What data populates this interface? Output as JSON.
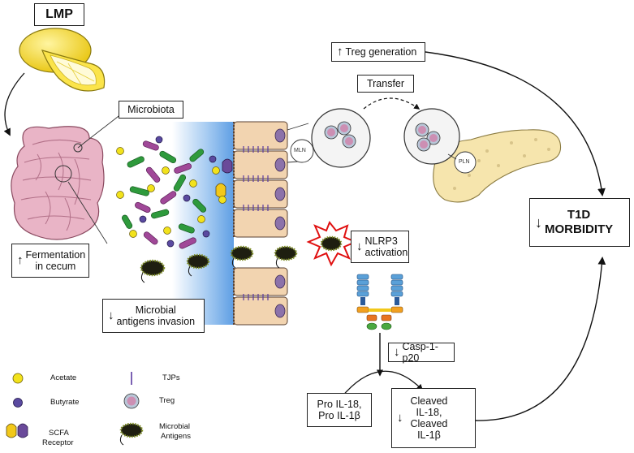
{
  "title": "LMP",
  "labels": {
    "microbiota": "Microbiota",
    "fermentation_line1": "Fermentation",
    "fermentation_line2": "in cecum",
    "microbial_invasion_line1": "Microbial",
    "microbial_invasion_line2": "antigens invasion",
    "treg_generation": "Treg generation",
    "transfer": "Transfer",
    "mln": "MLN",
    "pln": "PLN",
    "nlrp3_line1": "NLRP3",
    "nlrp3_line2": "activation",
    "casp": "Casp-1-p20",
    "pro_line1": "Pro IL-18,",
    "pro_line2": "Pro IL-1β",
    "cleaved_line1": "Cleaved",
    "cleaved_line2": "IL-18,",
    "cleaved_line3": "Cleaved",
    "cleaved_line4": "IL-1β",
    "t1d_line1": "T1D",
    "t1d_line2": "MORBIDITY"
  },
  "arrows": {
    "up": "↑",
    "down": "↓"
  },
  "legend": {
    "acetate": "Acetate",
    "butyrate": "Butyrate",
    "scfa_line1": "SCFA",
    "scfa_line2": "Receptor",
    "tjps": "TJPs",
    "treg": "Treg",
    "microbial_antigens_line1": "Microbial",
    "microbial_antigens_line2": "Antigens"
  },
  "colors": {
    "acetate": "#f2e21c",
    "butyrate": "#5b4aa0",
    "treg_outer": "#b9c7d8",
    "treg_inner": "#cc8fb3",
    "lemon": "#f7dc2a",
    "intestine": "#e8b8c8",
    "pancreas": "#f6e7b0",
    "lumen_gradient_start": "#ffffff",
    "lumen_gradient_end": "#6ea8e6",
    "epithelium": "#f2d7b6",
    "nucleus": "#8a6ea8",
    "bacteria_green": "#2a9a3a",
    "bacteria_purple": "#8a3a8a",
    "tjp": "#5a3aa0",
    "explosion": "#e01010"
  }
}
